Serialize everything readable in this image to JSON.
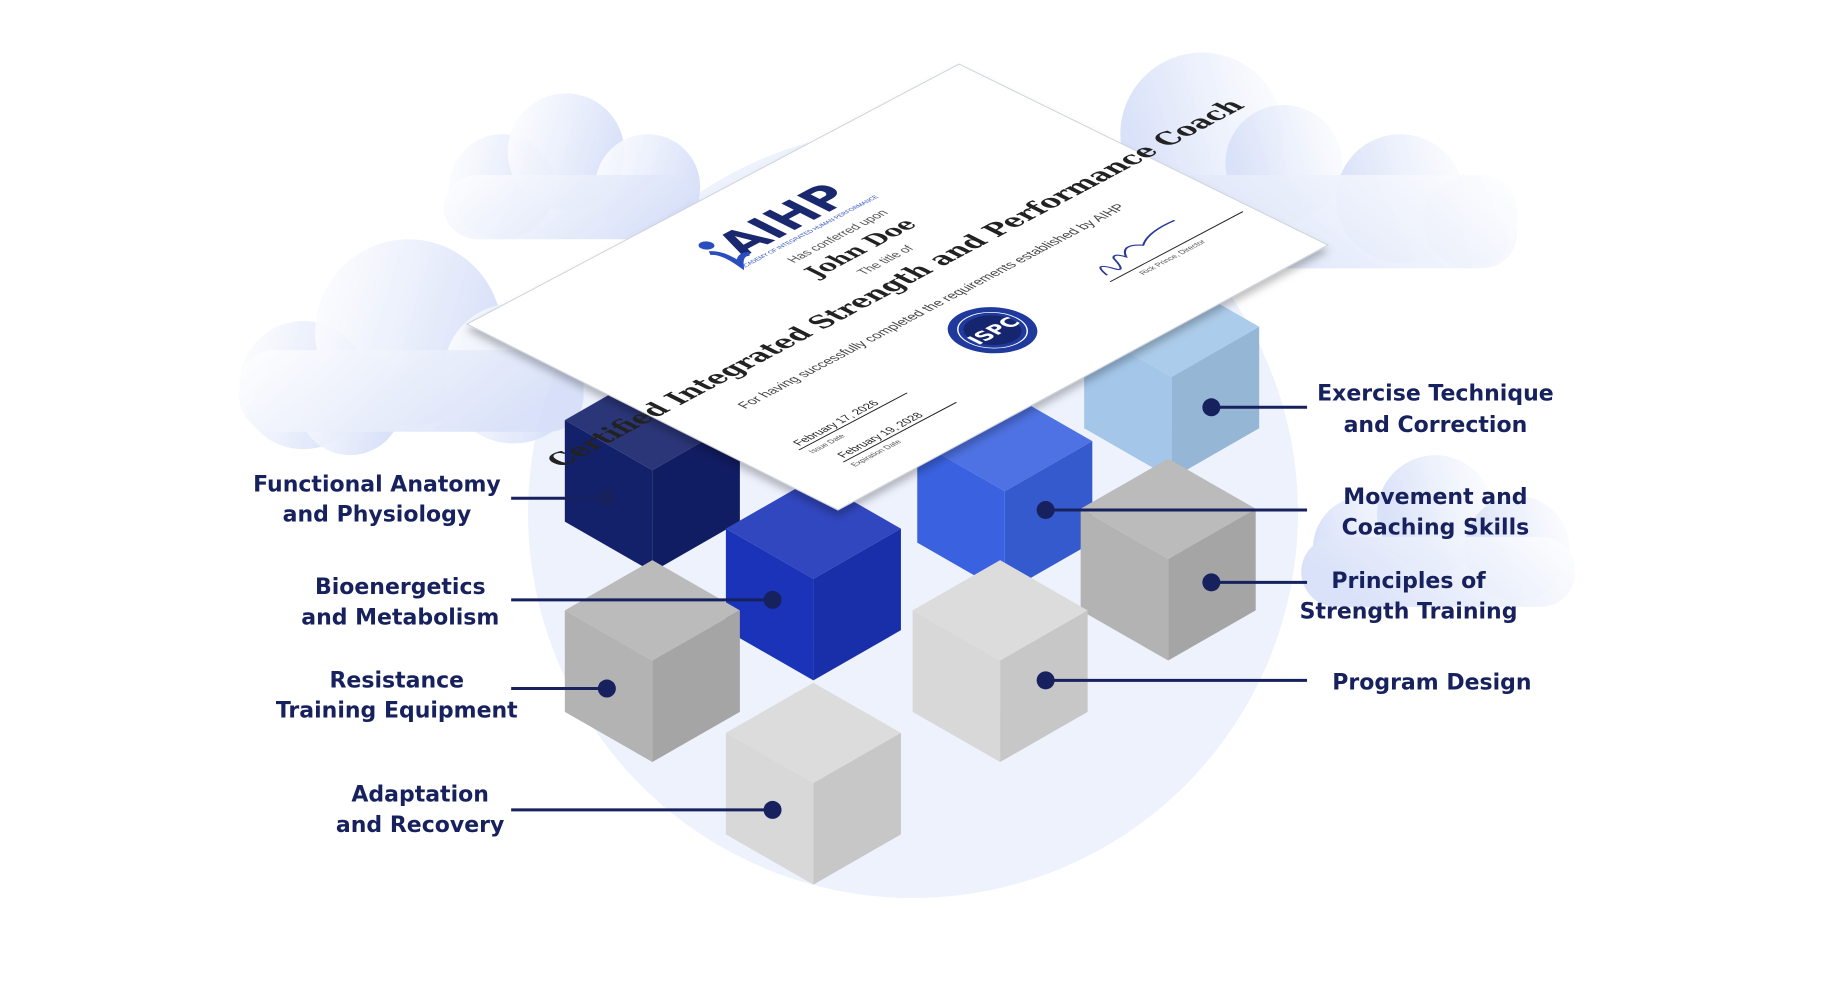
{
  "topics": {
    "left": [
      {
        "line1": "Functional Anatomy",
        "line2": "and Physiology"
      },
      {
        "line1": "Bioenergetics",
        "line2": "and Metabolism"
      },
      {
        "line1": "Resistance",
        "line2": "Training Equipment"
      },
      {
        "line1": "Adaptation",
        "line2": "and Recovery"
      }
    ],
    "right": [
      {
        "line1": "Exercise Technique",
        "line2": "and Correction"
      },
      {
        "line1": "Movement and",
        "line2": "Coaching Skills"
      },
      {
        "line1": "Principles of",
        "line2": "Strength Training"
      },
      {
        "line1": "Program Design",
        "line2": ""
      }
    ]
  },
  "certificate": {
    "logo": "AIHP",
    "logo_tagline": "ACADEMY OF INTEGRATED HUMAN PERFORMANCE",
    "conferred": "Has conferred upon",
    "name": "John Doe",
    "title_of": "The title of",
    "title": "Certified Integrated Strength and Performance Coach",
    "statement": "For having successfully completed the requirements established by AIHP",
    "seal": "ISPC",
    "issue_date": "February 17, 2026",
    "issue_label": "Issue Date",
    "expiration_date": "February 19, 2028",
    "expiration_label": "Expiration Date",
    "signer": "Rick Prince, Director"
  },
  "colors": {
    "label": "#16215e",
    "navy": "#13206a",
    "royal_blue": "#1a33b8",
    "medium_blue": "#3a62e0",
    "light_blue": "#a3c6e9",
    "gray": "#b3b3b3",
    "light_gray": "#d8d8d8",
    "backdrop": "#eef2fd"
  }
}
